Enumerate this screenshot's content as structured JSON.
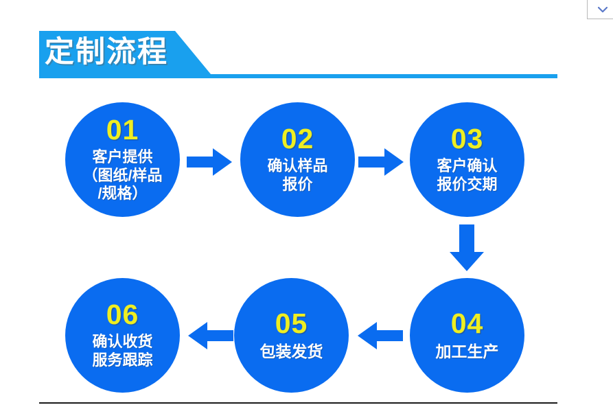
{
  "page": {
    "title": "定制流程",
    "background_color": "#ffffff"
  },
  "colors": {
    "banner_blue": "#19a0ee",
    "circle_blue": "#0a6cf0",
    "number_yellow": "#eeee22",
    "text_white": "#ffffff",
    "rule_black": "#1a1a1a"
  },
  "top_right_panel": {
    "icon": "chevron-down-icon"
  },
  "flow": {
    "steps": [
      {
        "number": "01",
        "lines": [
          "客户提供",
          "（图纸/样品",
          "/规格）"
        ]
      },
      {
        "number": "02",
        "lines": [
          "确认样品",
          "报价"
        ]
      },
      {
        "number": "03",
        "lines": [
          "客户确认",
          "报价交期"
        ]
      },
      {
        "number": "04",
        "lines": [
          "加工生产"
        ]
      },
      {
        "number": "05",
        "lines": [
          "包装发货"
        ]
      },
      {
        "number": "06",
        "lines": [
          "确认收货",
          "服务跟踪"
        ]
      }
    ],
    "connectors": [
      {
        "name": "arrow-step1-to-step2",
        "direction": "right"
      },
      {
        "name": "arrow-step2-to-step3",
        "direction": "right"
      },
      {
        "name": "arrow-step3-to-step4",
        "direction": "down"
      },
      {
        "name": "arrow-step4-to-step5",
        "direction": "left"
      },
      {
        "name": "arrow-step5-to-step6",
        "direction": "left"
      }
    ]
  }
}
